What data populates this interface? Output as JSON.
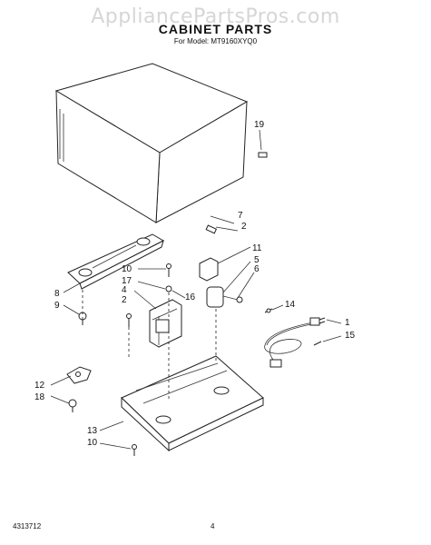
{
  "watermark": "AppliancePartsPros.com",
  "header": {
    "title": "CABINET PARTS",
    "subtitle": "For Model: MT9160XYQ0"
  },
  "callouts": {
    "c19": "19",
    "c7": "7",
    "c2a": "2",
    "c11": "11",
    "c5": "5",
    "c6": "6",
    "c10a": "10",
    "c17": "17",
    "c16": "16",
    "c4": "4",
    "c2b": "2",
    "c8": "8",
    "c9": "9",
    "c14": "14",
    "c1": "1",
    "c15": "15",
    "c12": "12",
    "c18": "18",
    "c13": "13",
    "c10b": "10"
  },
  "footer": {
    "part_number": "4313712",
    "page": "4"
  }
}
